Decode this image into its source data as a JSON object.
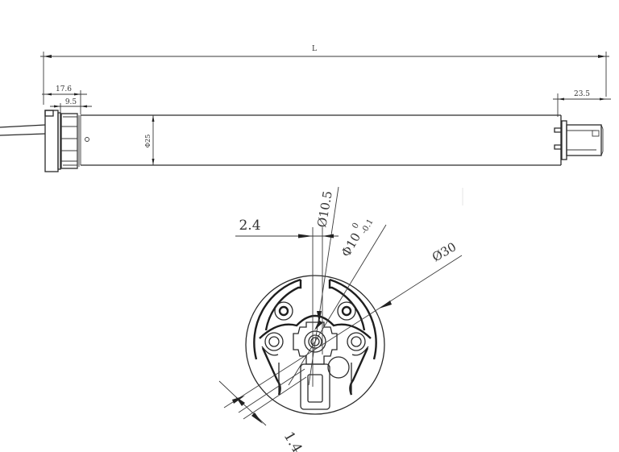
{
  "drawing": {
    "title": "Tubular motor dimension drawing",
    "line_color": "#2a2a2a",
    "background": "#ffffff"
  },
  "side_view": {
    "overall_length_label": "L",
    "dim_head_outer": "17.6",
    "dim_head_inner": "9.5",
    "dim_tube_diameter": "Φ25",
    "dim_drive_end": "23.5"
  },
  "end_view": {
    "dim_slot_width": "2.4",
    "dim_hub_bore": "Ø10.5",
    "dim_shaft_base": "Φ10",
    "dim_shaft_tol_upper": "0",
    "dim_shaft_tol_lower": "-0.1",
    "dim_outer_diameter": "Ø30",
    "dim_rib": "1.4"
  }
}
